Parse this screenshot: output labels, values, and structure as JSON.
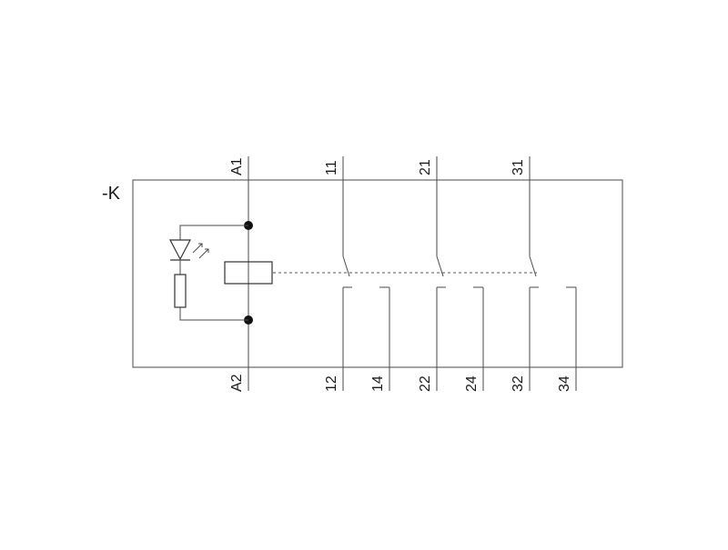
{
  "device_label": "-K",
  "coil": {
    "top_terminal": "A1",
    "bottom_terminal": "A2"
  },
  "contacts": [
    {
      "common": "11",
      "nc": "12",
      "no": "14"
    },
    {
      "common": "21",
      "nc": "22",
      "no": "24"
    },
    {
      "common": "31",
      "nc": "32",
      "no": "34"
    }
  ]
}
